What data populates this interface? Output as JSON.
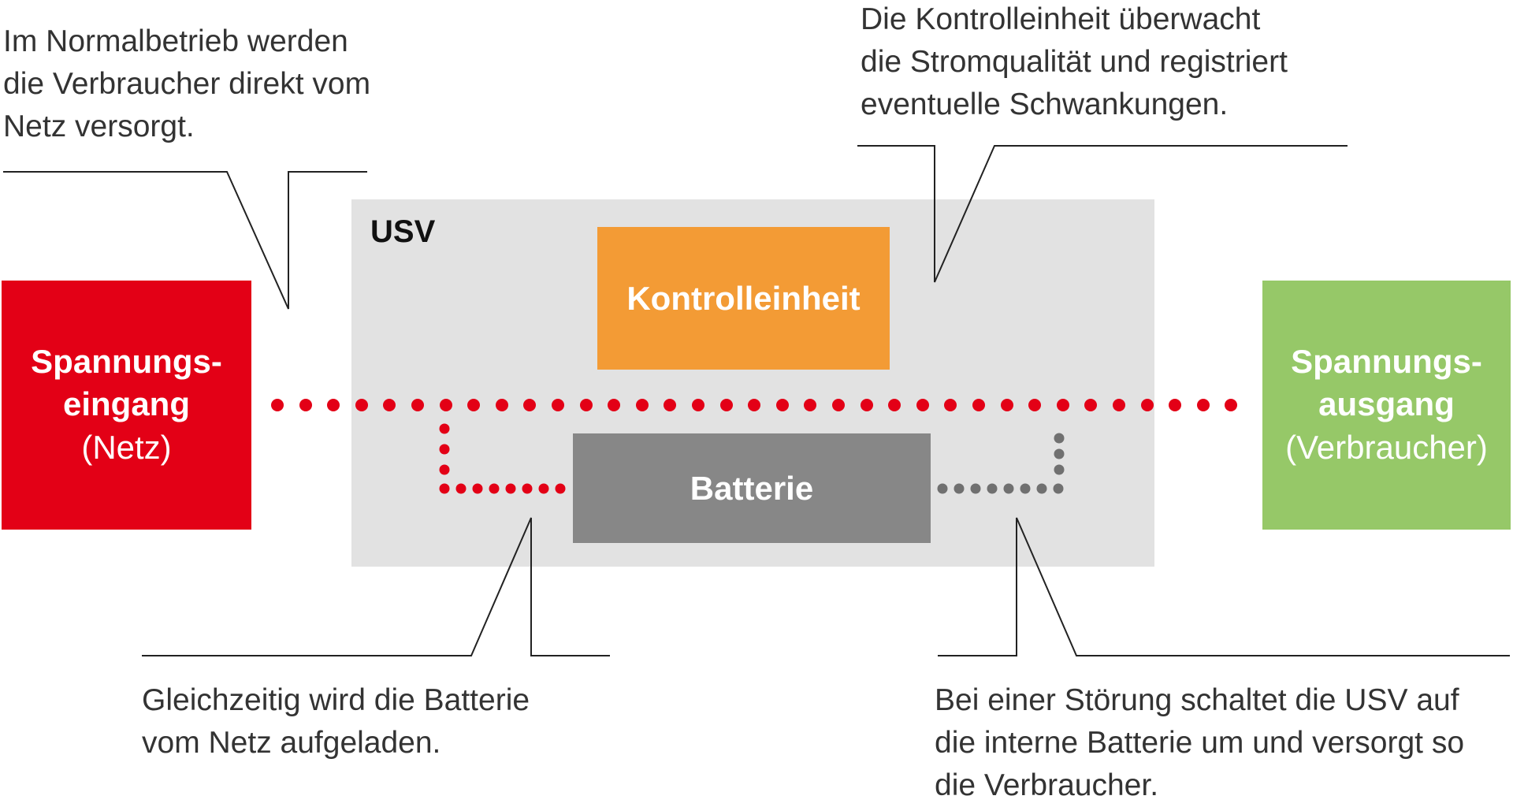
{
  "usv": {
    "label": "USV"
  },
  "input": {
    "line1": "Spannungs-",
    "line2": "eingang",
    "line3": "(Netz)",
    "color": "#e30016"
  },
  "output": {
    "line1": "Spannungs-",
    "line2": "ausgang",
    "line3": "(Verbraucher)",
    "color": "#96c868"
  },
  "control": {
    "label": "Kontrolleinheit",
    "color": "#f39b35"
  },
  "battery": {
    "label": "Batterie",
    "color": "#878787"
  },
  "annotations": {
    "normal": [
      "Im Normalbetrieb werden",
      "die Verbraucher direkt vom",
      "Netz versorgt."
    ],
    "control": [
      "Die Kontrolleinheit überwacht",
      "die Stromqualität und registriert",
      "eventuelle Schwankungen."
    ],
    "charge": [
      "Gleichzeitig wird die Batterie",
      "vom Netz aufgeladen."
    ],
    "fault": [
      "Bei einer Störung schaltet die USV auf",
      "die interne Batterie um und versorgt so",
      "die Verbraucher."
    ]
  },
  "colors": {
    "main_flow": "#e30016",
    "battery_flow": "#707070",
    "usv_background": "#e2e2e2",
    "callout_line": "#222222"
  }
}
